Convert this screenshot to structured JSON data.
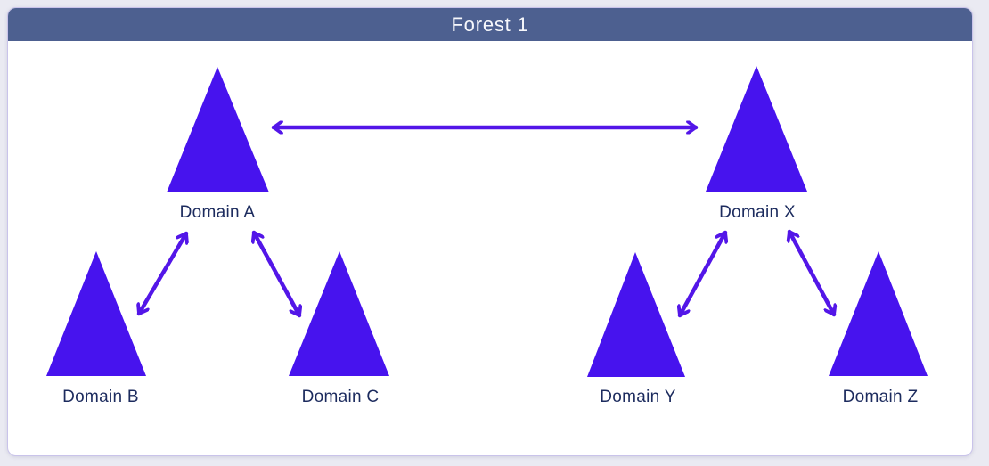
{
  "page": {
    "background": "#eaeaf2"
  },
  "panel": {
    "title": "Forest 1",
    "header_color": "#4d6090",
    "border_color": "#c9c3ea",
    "background": "#ffffff"
  },
  "diagram": {
    "triangle_color": "#4713ee",
    "arrow_color": "#5316e8",
    "label_color": "#1c2b5e",
    "domains": [
      {
        "id": "A",
        "label": "Domain A"
      },
      {
        "id": "B",
        "label": "Domain B"
      },
      {
        "id": "C",
        "label": "Domain C"
      },
      {
        "id": "X",
        "label": "Domain X"
      },
      {
        "id": "Y",
        "label": "Domain Y"
      },
      {
        "id": "Z",
        "label": "Domain Z"
      }
    ],
    "trusts": [
      {
        "from": "Domain A",
        "to": "Domain X",
        "type": "two-way"
      },
      {
        "from": "Domain A",
        "to": "Domain B",
        "type": "two-way"
      },
      {
        "from": "Domain A",
        "to": "Domain C",
        "type": "two-way"
      },
      {
        "from": "Domain X",
        "to": "Domain Y",
        "type": "two-way"
      },
      {
        "from": "Domain X",
        "to": "Domain Z",
        "type": "two-way"
      }
    ]
  }
}
